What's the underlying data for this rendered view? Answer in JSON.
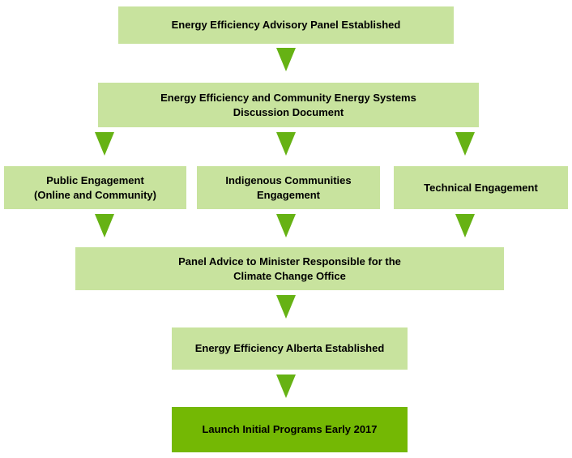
{
  "diagram": {
    "title": "Energy Efficiency Alberta establishment process flowchart",
    "colors": {
      "background": "#ffffff",
      "box_light": "#c8e39e",
      "box_dark": "#74b804",
      "arrow": "#66b214",
      "text": "#000000"
    },
    "connector_icon": "down-arrow",
    "nodes": [
      {
        "id": "advisory-panel-established",
        "style": "light",
        "lines": [
          "Energy Efficiency Advisory Panel Established"
        ]
      },
      {
        "id": "discussion-document",
        "style": "light",
        "lines": [
          "Energy Efficiency and Community Energy Systems",
          "Discussion Document"
        ]
      },
      {
        "id": "public-engagement",
        "style": "light",
        "lines": [
          "Public Engagement",
          "(Online and Community)"
        ]
      },
      {
        "id": "indigenous-communities-engagement",
        "style": "light",
        "lines": [
          "Indigenous Communities",
          "Engagement"
        ]
      },
      {
        "id": "technical-engagement",
        "style": "light",
        "lines": [
          "Technical Engagement"
        ]
      },
      {
        "id": "panel-advice",
        "style": "light",
        "lines": [
          "Panel Advice to Minister Responsible for the",
          "Climate Change Office"
        ]
      },
      {
        "id": "eea-established",
        "style": "light",
        "lines": [
          "Energy Efficiency Alberta Established"
        ]
      },
      {
        "id": "launch-programs",
        "style": "dark",
        "lines": [
          "Launch Initial Programs Early 2017"
        ]
      }
    ]
  }
}
